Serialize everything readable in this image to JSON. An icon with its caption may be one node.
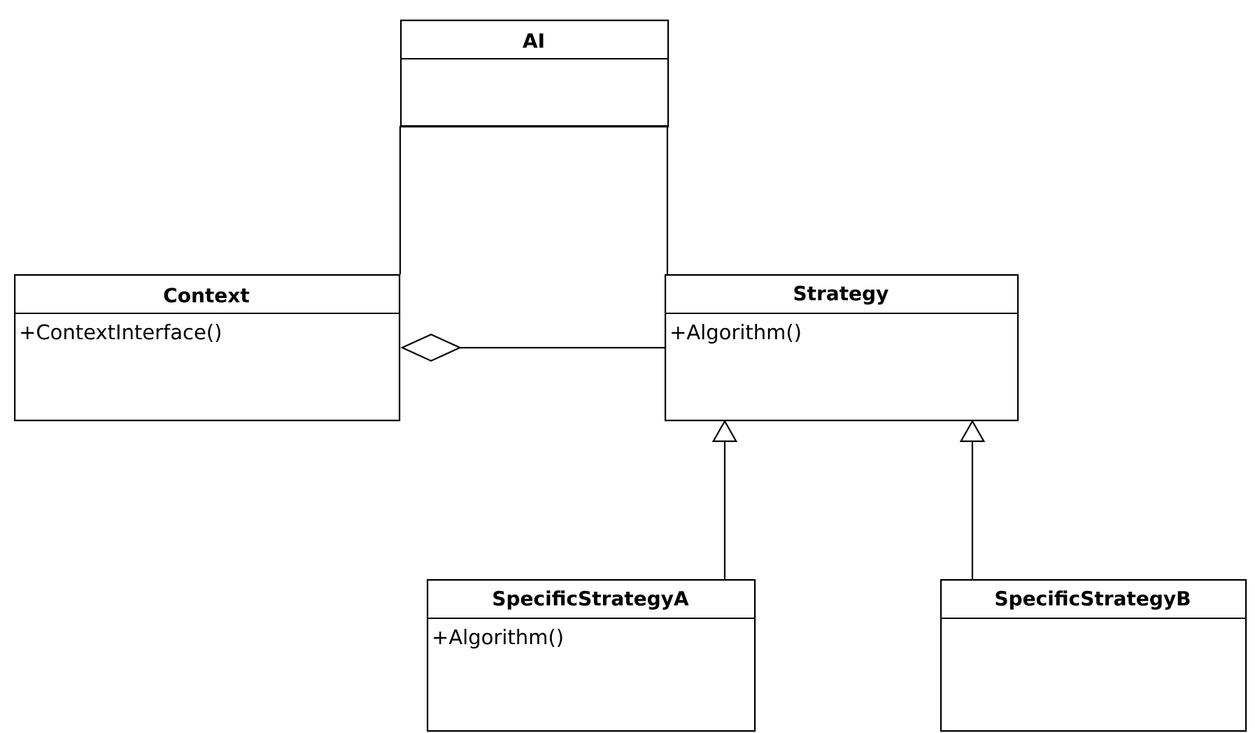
{
  "diagram": {
    "nodes": [
      {
        "text": [
          "AI"
        ]
      },
      {
        "text": [
          "Context",
          "+ContextInterface()"
        ]
      },
      {
        "text": [
          "Strategy",
          "+Algorithm()"
        ]
      },
      {
        "text": [
          "SpecificStrategyA",
          "+Algorithm()"
        ]
      },
      {
        "text": [
          "SpecificStrategyB"
        ]
      }
    ],
    "edges": [
      {
        "from": 0,
        "to": 1,
        "arrow": "none"
      },
      {
        "from": 0,
        "to": 2,
        "arrow": "none"
      },
      {
        "from": 1,
        "to": 2,
        "arrow": "other"
      },
      {
        "from": 3,
        "to": 2,
        "arrow": "to"
      },
      {
        "from": 4,
        "to": 2,
        "arrow": "to"
      }
    ]
  }
}
